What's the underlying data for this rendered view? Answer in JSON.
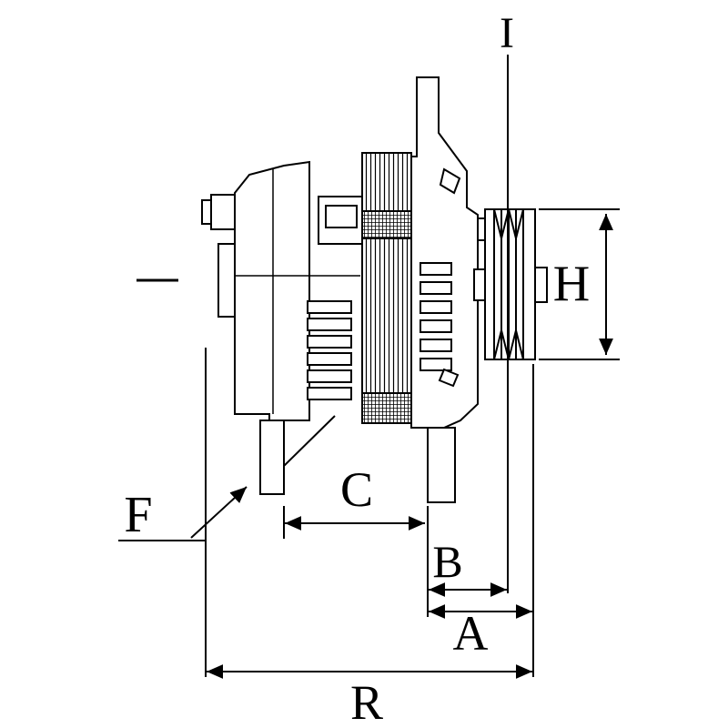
{
  "diagram": {
    "subject": "alternator-side-view-dimension-drawing",
    "colors": {
      "line": "#000000",
      "background": "#ffffff"
    },
    "labels": {
      "I": "I",
      "H": "H",
      "F": "F",
      "C": "C",
      "B": "B",
      "A": "A",
      "R": "R"
    }
  }
}
